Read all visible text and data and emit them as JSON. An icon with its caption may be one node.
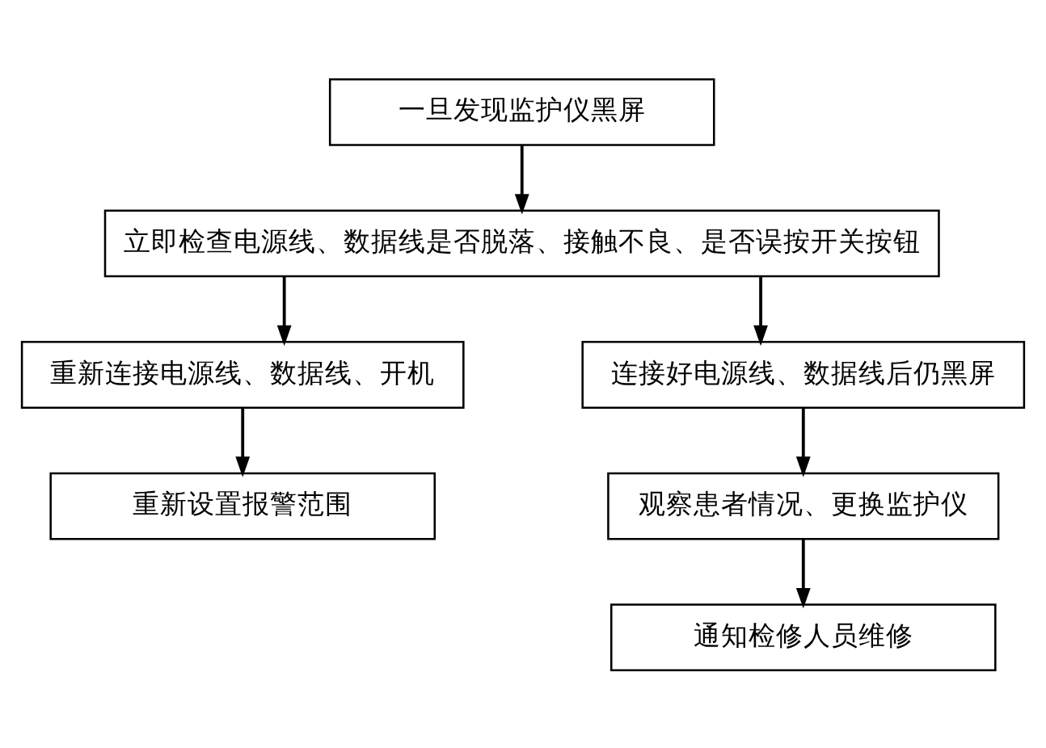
{
  "diagram": {
    "nodes": [
      {
        "text": [
          "一旦发现监护仪黑屏"
        ]
      },
      {
        "text": [
          "立即检查电源线、数据线是否脱落、接触不良、是否误按开关按钮"
        ]
      },
      {
        "text": [
          "重新连接电源线、数据线、开机"
        ]
      },
      {
        "text": [
          "连接好电源线、数据线后仍黑屏"
        ]
      },
      {
        "text": [
          "重新设置报警范围"
        ]
      },
      {
        "text": [
          "观察患者情况、更换监护仪"
        ]
      },
      {
        "text": [
          "通知检修人员维修"
        ]
      }
    ],
    "edges": [
      {
        "from": 0,
        "to": 1,
        "arrow": "to"
      },
      {
        "from": 1,
        "to": 2,
        "arrow": "to"
      },
      {
        "from": 1,
        "to": 3,
        "arrow": "to"
      },
      {
        "from": 2,
        "to": 4,
        "arrow": "to"
      },
      {
        "from": 3,
        "to": 5,
        "arrow": "to"
      },
      {
        "from": 5,
        "to": 6,
        "arrow": "to"
      }
    ]
  }
}
